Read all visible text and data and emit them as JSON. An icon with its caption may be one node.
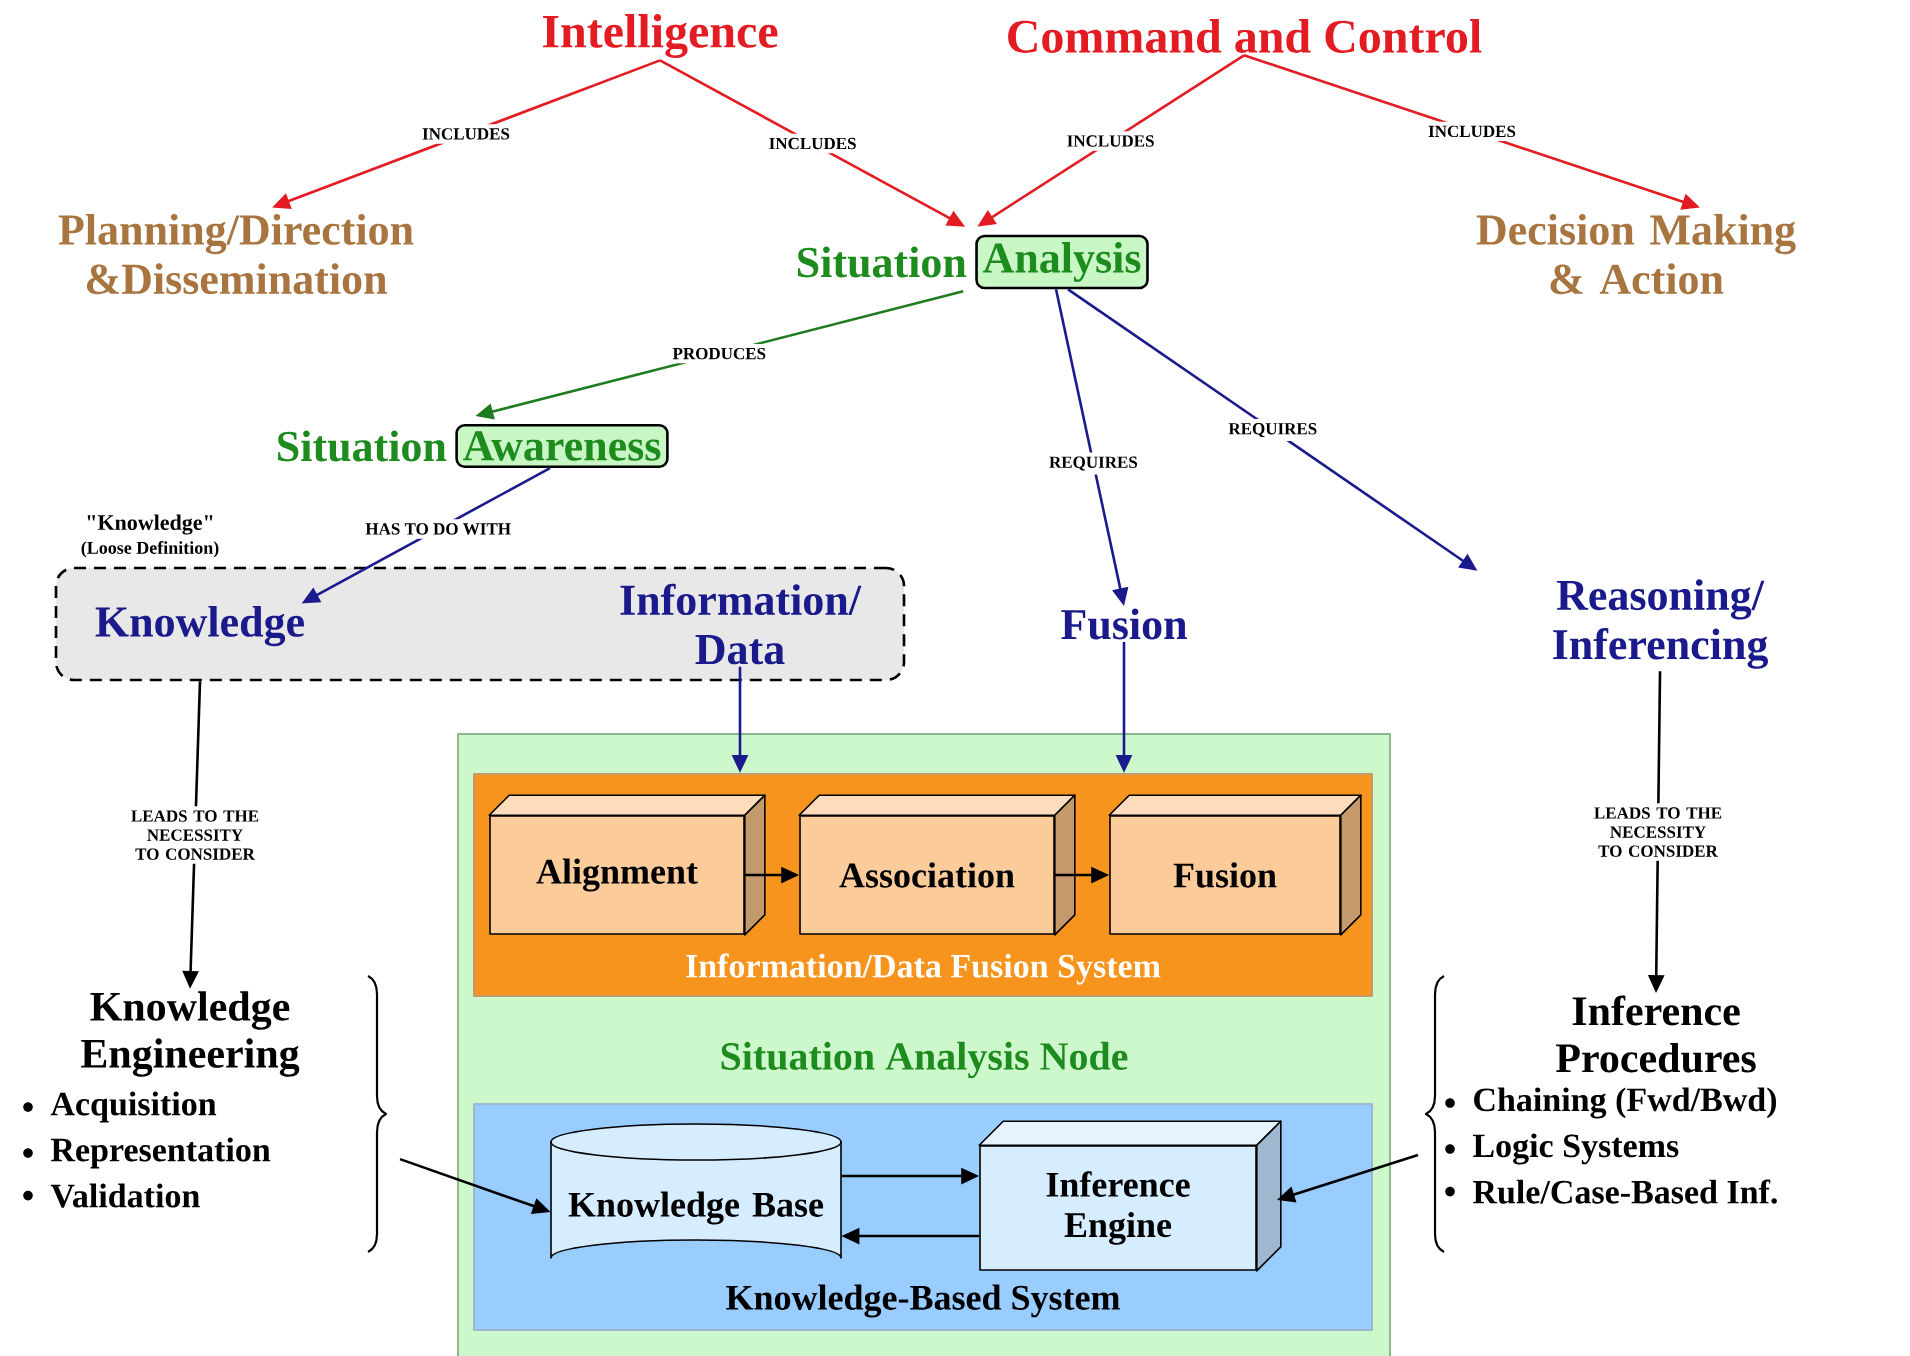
{
  "diagram": {
    "nodes": [
      {
        "text": [
          "Intelligence"
        ]
      },
      {
        "text": [
          "Command and Control"
        ]
      },
      {
        "text": [
          "Planning/Direction &Dissemination"
        ]
      },
      {
        "text": [
          "Situation",
          "Analysis"
        ]
      },
      {
        "text": [
          "Decision Making & Action"
        ]
      },
      {
        "text": [
          "Situation",
          "Awareness"
        ]
      },
      {
        "text": [
          "\"Knowledge\"",
          "(Loose Definition)"
        ]
      },
      {
        "text": [
          "Knowledge"
        ],
        "in": 6
      },
      {
        "text": [
          "Information/ Data"
        ],
        "in": 6
      },
      {
        "text": [
          "Fusion"
        ]
      },
      {
        "text": [
          "Reasoning/ Inferencing"
        ]
      },
      {
        "text": [
          "Situation Analysis Node"
        ]
      },
      {
        "text": [
          "Information/Data Fusion System"
        ],
        "in": 11
      },
      {
        "text": [
          "Alignment"
        ],
        "in": 12
      },
      {
        "text": [
          "Association"
        ],
        "in": 12
      },
      {
        "text": [
          "Fusion"
        ],
        "in": 12
      },
      {
        "text": [
          "Knowledge-Based System"
        ],
        "in": 11
      },
      {
        "text": [
          "Knowledge Base"
        ],
        "in": 16
      },
      {
        "text": [
          "Inference Engine"
        ],
        "in": 16
      },
      {
        "text": [
          "Knowledge Engineering",
          "Acquisition",
          "Representation",
          "Validation"
        ]
      },
      {
        "text": [
          "Inference Procedures",
          "Chaining (Fwd/Bwd)",
          "Logic Systems",
          "Rule/Case-Based Inf."
        ]
      }
    ],
    "edges": [
      {
        "from": 0,
        "to": 2,
        "arrow": "to",
        "label": "INCLUDES",
        "color": "#e31b23"
      },
      {
        "from": 0,
        "to": 3,
        "arrow": "to",
        "label": "INCLUDES",
        "color": "#e31b23"
      },
      {
        "from": 1,
        "to": 3,
        "arrow": "to",
        "label": "INCLUDES",
        "color": "#e31b23"
      },
      {
        "from": 1,
        "to": 4,
        "arrow": "to",
        "label": "INCLUDES",
        "color": "#e31b23"
      },
      {
        "from": 3,
        "to": 5,
        "arrow": "to",
        "label": "PRODUCES",
        "color": "#1e7b1e"
      },
      {
        "from": 3,
        "to": 9,
        "arrow": "to",
        "label": "REQUIRES",
        "color": "#1a1a8c"
      },
      {
        "from": 3,
        "to": 10,
        "arrow": "to",
        "label": "REQUIRES",
        "color": "#1a1a8c"
      },
      {
        "from": 5,
        "to": 7,
        "arrow": "to",
        "label": "HAS TO DO WITH",
        "color": "#1a1a8c"
      },
      {
        "from": 7,
        "to": 19,
        "arrow": "to",
        "label": "LEADS TO THE NECESSITY TO CONSIDER"
      },
      {
        "from": 10,
        "to": 20,
        "arrow": "to",
        "label": "LEADS TO THE NECESSITY TO CONSIDER"
      },
      {
        "from": 8,
        "to": 12,
        "arrow": "to",
        "color": "#1a1a8c"
      },
      {
        "from": 9,
        "to": 12,
        "arrow": "to",
        "color": "#1a1a8c"
      },
      {
        "from": 13,
        "to": 14,
        "arrow": "to"
      },
      {
        "from": 14,
        "to": 15,
        "arrow": "to"
      },
      {
        "from": 17,
        "to": 18,
        "arrow": "to"
      },
      {
        "from": 18,
        "to": 17,
        "arrow": "to"
      },
      {
        "from": 19,
        "to": 17,
        "arrow": "to"
      },
      {
        "from": 20,
        "to": 18,
        "arrow": "to"
      }
    ]
  }
}
